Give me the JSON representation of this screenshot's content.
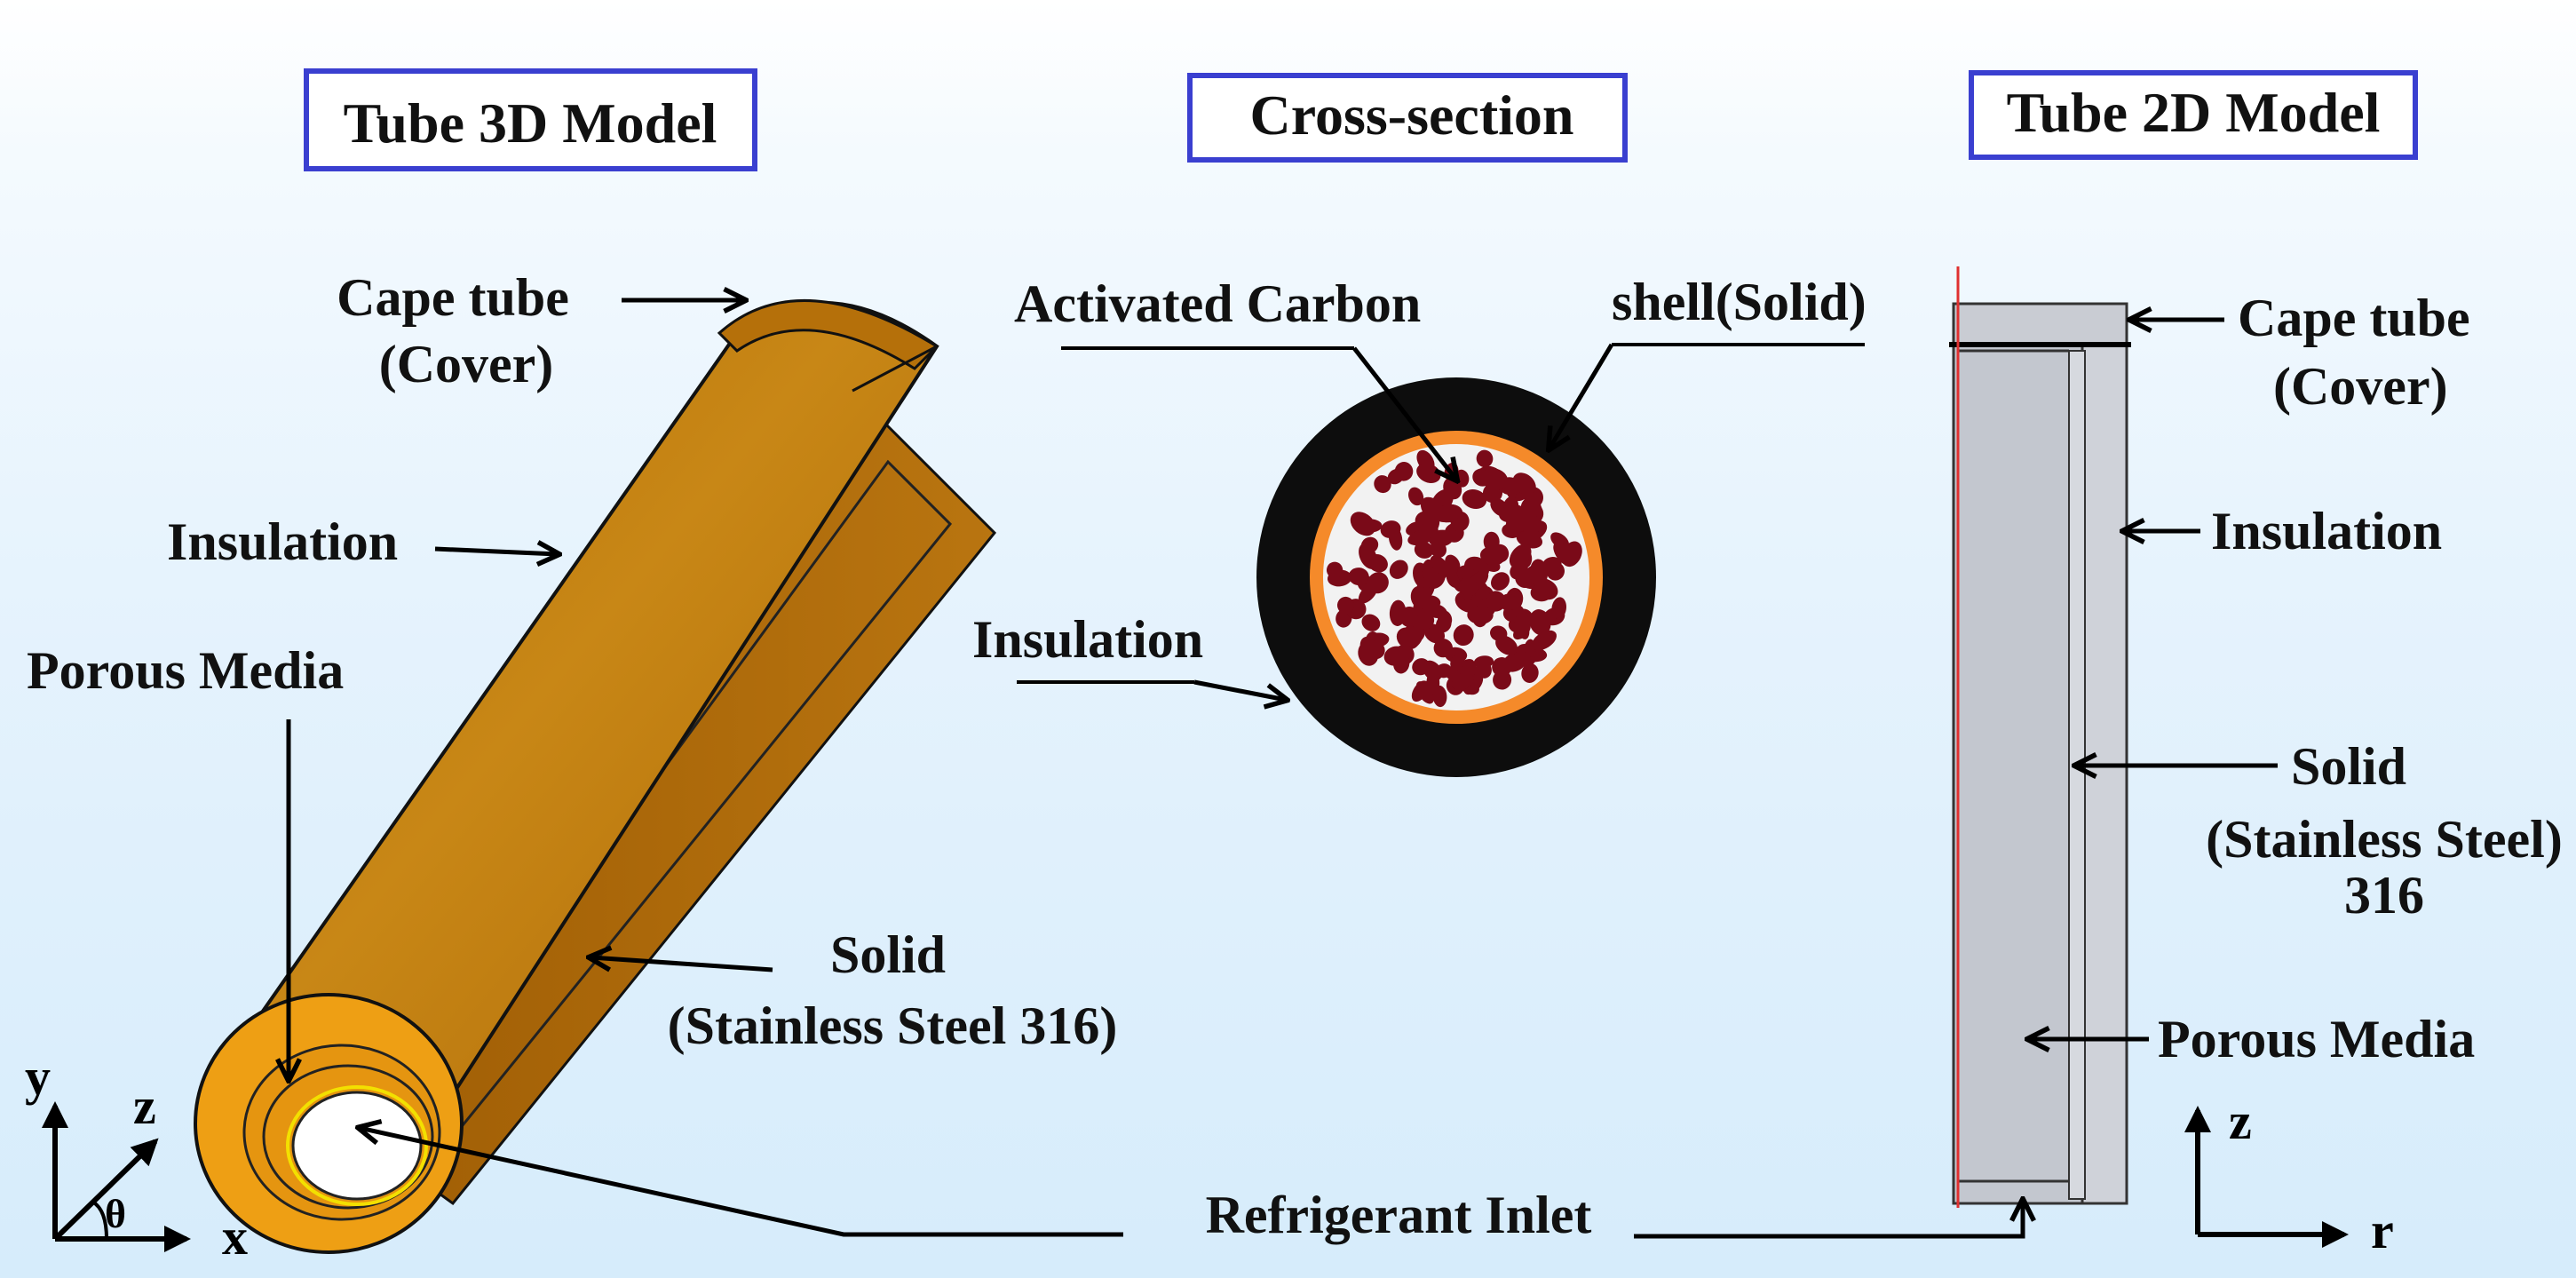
{
  "titles": {
    "model_3d": "Tube 3D Model",
    "cross_section": "Cross-section",
    "model_2d": "Tube 2D Model"
  },
  "labels_3d": {
    "cape_tube": "Cape tube",
    "cover": "(Cover)",
    "insulation": "Insulation",
    "porous_media": "Porous Media",
    "solid": "Solid",
    "solid_material": "(Stainless Steel 316)"
  },
  "labels_cross_section": {
    "activated_carbon": "Activated Carbon",
    "shell": "shell(Solid)",
    "insulation": "Insulation"
  },
  "labels_2d": {
    "cape_tube": "Cape tube",
    "cover": "(Cover)",
    "insulation": "Insulation",
    "solid": "Solid",
    "solid_material_line1": "(Stainless Steel)",
    "solid_material_line2": "316",
    "porous_media": "Porous Media"
  },
  "shared": {
    "refrigerant_inlet": "Refrigerant Inlet"
  },
  "axes_3d": {
    "y": "y",
    "z": "z",
    "x": "x",
    "theta": "θ"
  },
  "axes_2d": {
    "z": "z",
    "r": "r"
  },
  "colors": {
    "title_box_border": "#3a3fd0",
    "tube_orange": "#c27a0e",
    "insulation_ring_orange": "#f58a2a",
    "shell_black": "#0d0d0d",
    "carbon_red": "#7a0a18",
    "model_2d_gray": "#c3c7cf",
    "axis_line_red": "#e03030"
  }
}
